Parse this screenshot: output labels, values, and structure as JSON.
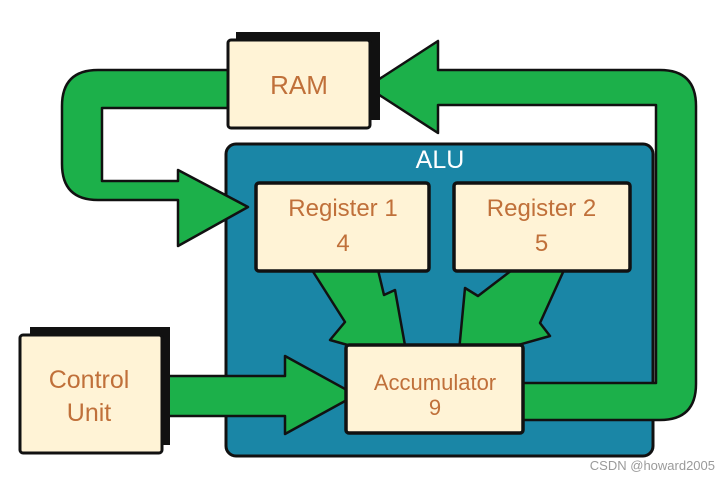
{
  "diagram": {
    "alu": {
      "title": "ALU"
    },
    "ram": {
      "label": "RAM"
    },
    "register1": {
      "label": "Register 1",
      "value": "4"
    },
    "register2": {
      "label": "Register 2",
      "value": "5"
    },
    "control_unit": {
      "line1": "Control",
      "line2": "Unit"
    },
    "accumulator": {
      "label": "Accumulator",
      "value": "9"
    }
  },
  "colors": {
    "alu_fill": "#1a86a6",
    "box_fill": "#fff3d6",
    "arrow_fill": "#1cb04a",
    "label_text": "#c0703a"
  },
  "watermark": "CSDN @howard2005"
}
